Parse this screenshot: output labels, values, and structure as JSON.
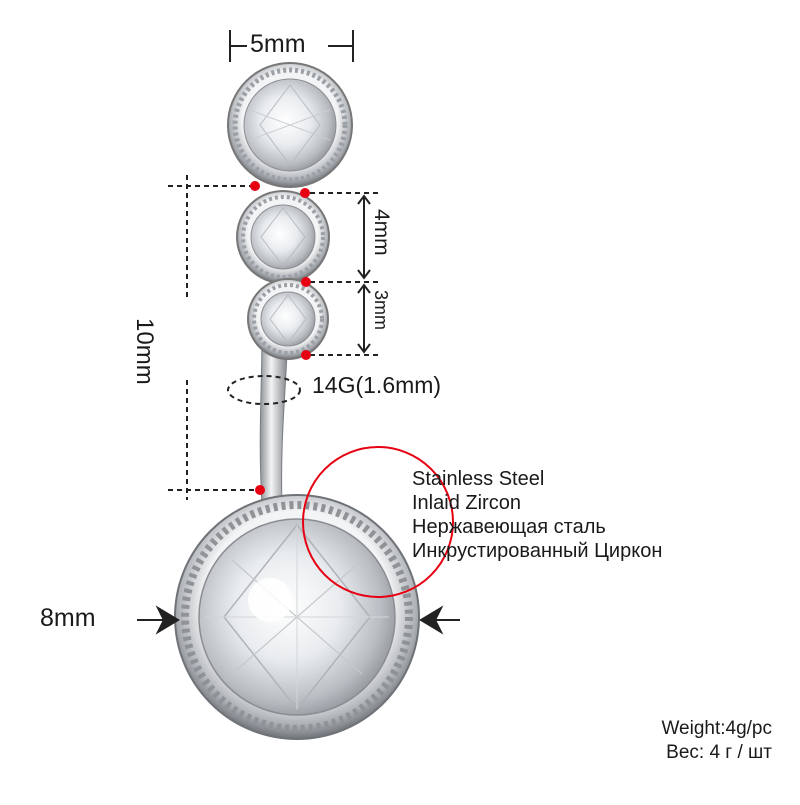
{
  "product": {
    "dimensions": {
      "top_width": "5mm",
      "length": "10mm",
      "gem_spacing_upper": "4mm",
      "gem_spacing_lower": "3mm",
      "gauge": "14G(1.6mm)",
      "bottom_gem": "8mm"
    },
    "materials": [
      "Stainless Steel",
      "Inlaid Zircon",
      "Нержавеющая сталь",
      "Инкрустированный Циркон"
    ],
    "weight": [
      "Weight:4g/pc",
      "Вес: 4 г / шт"
    ]
  },
  "colors": {
    "marker_red": "#e60012",
    "metal": "#c7c9cc",
    "dim_line": "#222222",
    "highlight_circle": "#e60012"
  }
}
